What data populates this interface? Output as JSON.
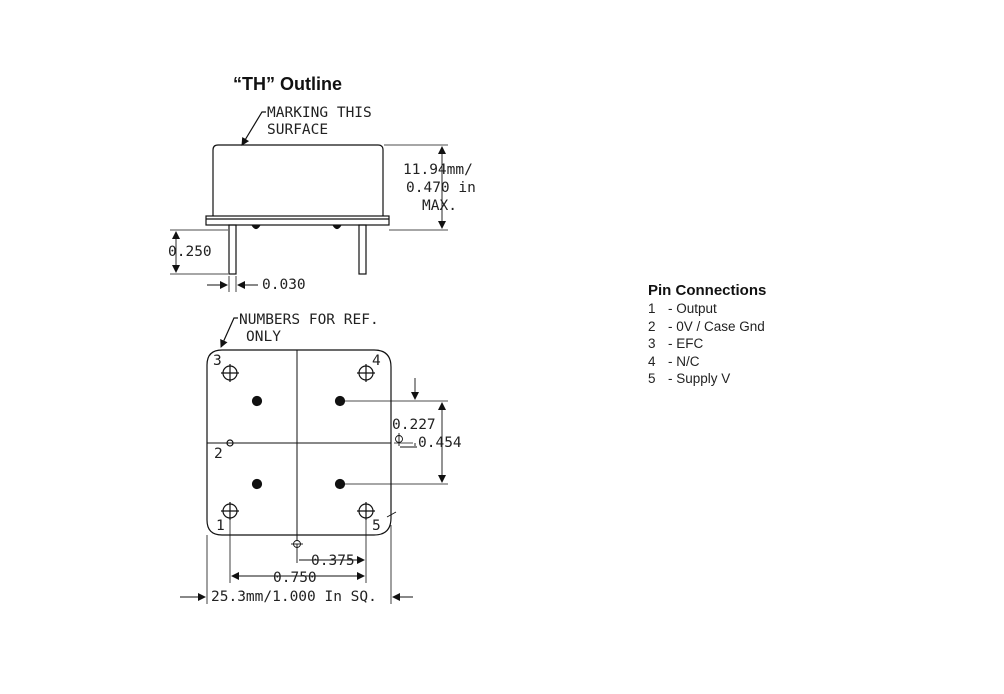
{
  "title": "“TH” Outline",
  "side_view": {
    "marking_line1": "MARKING THIS",
    "marking_line2": "SURFACE",
    "height_line1": "11.94mm/",
    "height_line2": "0.470  in",
    "height_line3": "MAX.",
    "lead_length": "0.250",
    "lead_dia": "0.030"
  },
  "top_view": {
    "note_line1": "NUMBERS FOR REF.",
    "note_line2": "ONLY",
    "pin_labels": [
      "1",
      "2",
      "3",
      "4",
      "5"
    ],
    "dim_0227": "0.227",
    "dim_0454": "0.454",
    "dim_0375": "0.375",
    "dim_0750": "0.750",
    "dim_overall": "25.3mm/1.000 In SQ."
  },
  "pin_connections": {
    "heading": "Pin Connections",
    "items": [
      {
        "num": "1",
        "desc": "- Output"
      },
      {
        "num": "2",
        "desc": "- 0V / Case Gnd"
      },
      {
        "num": "3",
        "desc": "- EFC"
      },
      {
        "num": "4",
        "desc": "- N/C"
      },
      {
        "num": "5",
        "desc": "- Supply V"
      }
    ]
  }
}
